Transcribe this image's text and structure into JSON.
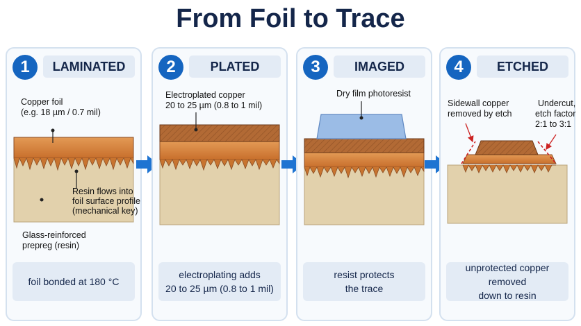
{
  "title": "From Foil to Trace",
  "colors": {
    "accent": "#1565c0",
    "copper": "#d8843f",
    "copper_dark": "#8a4b22",
    "resin": "#e2d1ac",
    "resist": "#9bbce6",
    "etch_outline": "#cc2222"
  },
  "icons": {
    "step_arrow": "right-arrow-icon"
  },
  "steps": [
    {
      "number": "1",
      "heading": "LAMINATED",
      "labels": {
        "foil": "Copper foil",
        "foil_spec": "(e.g. 18 µm / 0.7 mil)",
        "resin_flow_1": "Resin flows into",
        "resin_flow_2": "foil surface profile",
        "resin_flow_3": "(mechanical key)",
        "prepreg_1": "Glass-reinforced",
        "prepreg_2": "prepreg (resin)"
      },
      "footer_line1": "foil bonded at 180 °C",
      "footer_line2": ""
    },
    {
      "number": "2",
      "heading": "PLATED",
      "labels": {
        "plated_1": "Electroplated copper",
        "plated_2": "20 to 25 µm (0.8 to 1 mil)"
      },
      "footer_line1": "electroplating adds",
      "footer_line2": "20 to 25 µm (0.8 to 1 mil)"
    },
    {
      "number": "3",
      "heading": "IMAGED",
      "labels": {
        "resist": "Dry film photoresist"
      },
      "footer_line1": "resist protects",
      "footer_line2": "the trace"
    },
    {
      "number": "4",
      "heading": "ETCHED",
      "labels": {
        "sidewall_1": "Sidewall copper",
        "sidewall_2": "removed by etch",
        "undercut_1": "Undercut,",
        "undercut_2": "etch factor",
        "undercut_3": "2:1 to 3:1"
      },
      "footer_line1": "unprotected copper removed",
      "footer_line2": "down to resin"
    }
  ]
}
